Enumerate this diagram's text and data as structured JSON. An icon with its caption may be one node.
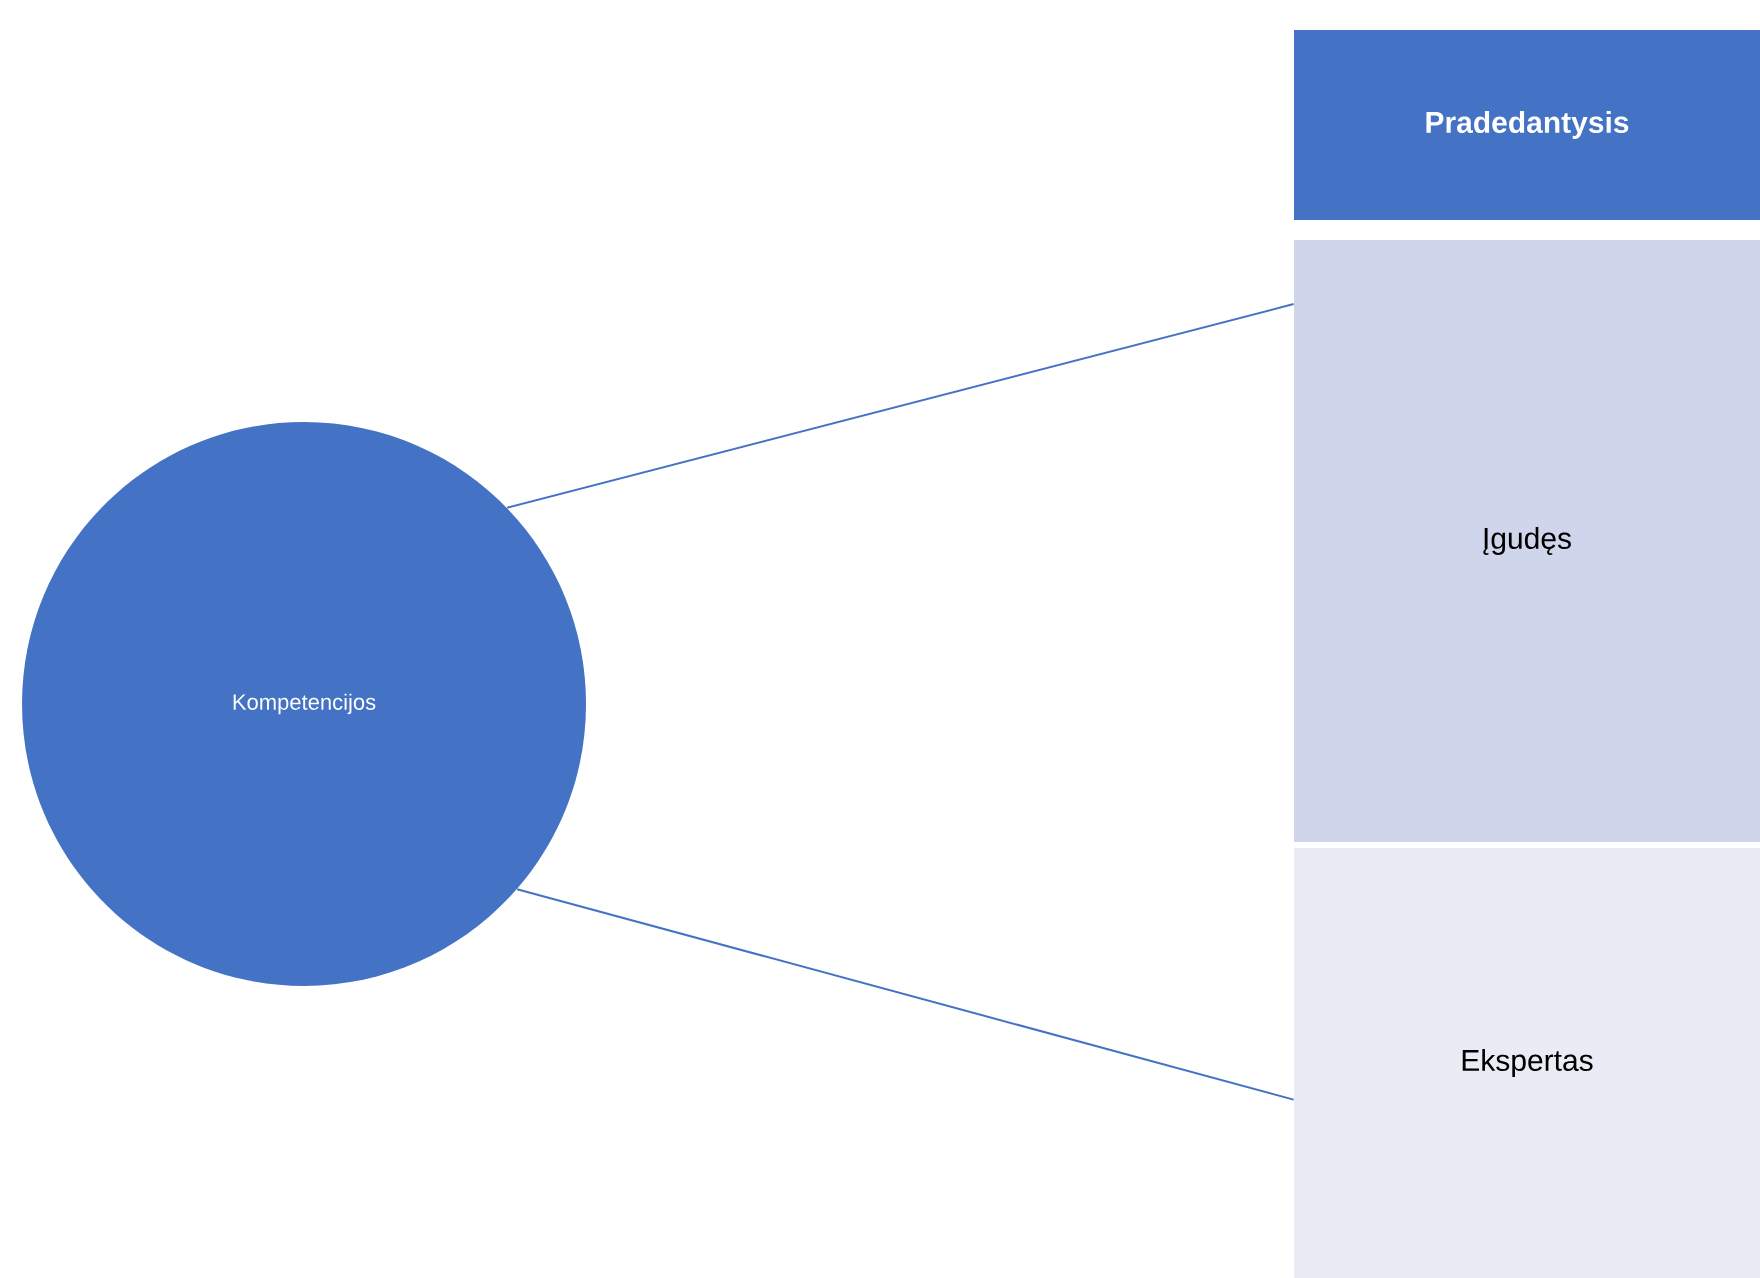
{
  "diagram": {
    "nodes": [
      {
        "text": [
          "Kompetencijos"
        ]
      },
      {
        "text": [
          "Pradedantysis"
        ]
      },
      {
        "text": [
          "Įgudęs"
        ]
      },
      {
        "text": [
          "Ekspertas"
        ]
      }
    ],
    "edges": [
      {
        "from": 0,
        "to": 2,
        "arrow": "none"
      },
      {
        "from": 0,
        "to": 3,
        "arrow": "none"
      }
    ]
  }
}
